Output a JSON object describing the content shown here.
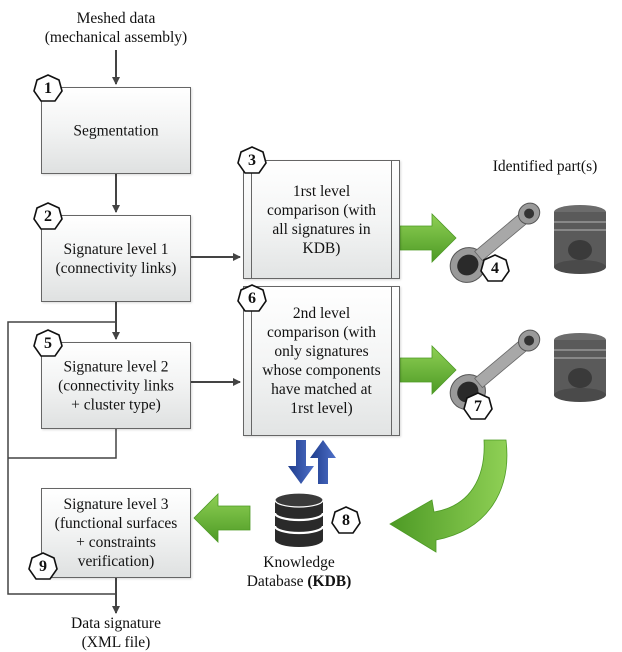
{
  "input": {
    "line1": "Meshed data",
    "line2": "(mechanical assembly)"
  },
  "steps": {
    "segmentation": {
      "num": "1",
      "label": "Segmentation"
    },
    "sig1": {
      "num": "2",
      "line1": "Signature level 1",
      "line2": "(connectivity links)"
    },
    "sig2": {
      "num": "5",
      "line1": "Signature level 2",
      "line2": "(connectivity links",
      "line3": "+ cluster type)"
    },
    "sig3": {
      "num": "9",
      "line1": "Signature level 3",
      "line2": "(functional surfaces",
      "line3": "+ constraints",
      "line4": "verification)"
    },
    "cmp1": {
      "num": "3",
      "line1": "1rst level",
      "line2": "comparison (with",
      "line3": "all signatures in",
      "line4": "KDB)"
    },
    "cmp2": {
      "num": "6",
      "line1": "2nd level",
      "line2": "comparison (with",
      "line3": "only signatures",
      "line4": "whose components",
      "line5": "have matched at",
      "line6": "1rst level)"
    }
  },
  "parts": {
    "title": "Identified part(s)",
    "num_top": "4",
    "num_bottom": "7"
  },
  "kdb": {
    "num": "8",
    "line1": "Knowledge",
    "line2_prefix": "Database ",
    "line2_bold": "(KDB)"
  },
  "output": {
    "line1": "Data signature",
    "line2": "(XML file)"
  },
  "colors": {
    "green_arrow": "#6fb43a",
    "blue_arrow": "#2f4fa8",
    "db": "#2a2a2a"
  }
}
